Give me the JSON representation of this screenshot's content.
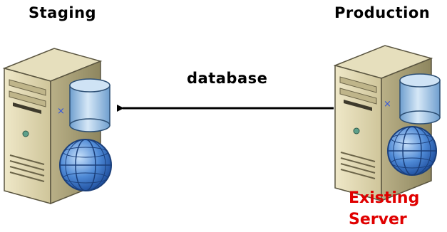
{
  "nodes": {
    "staging": {
      "title": "Staging"
    },
    "production": {
      "title": "Production",
      "status_line1": "Existing",
      "status_line2": "Server"
    }
  },
  "edge": {
    "label": "database",
    "from": "production",
    "to": "staging"
  },
  "colors": {
    "status_text": "#e00000",
    "arrow": "#000000",
    "tower_body": "#d8cfa6",
    "tower_shadow": "#a39a72",
    "db_cylinder": "#9fc4e6",
    "globe": "#3a74c8"
  },
  "icons": [
    "server-tower-icon",
    "database-icon",
    "globe-icon"
  ]
}
